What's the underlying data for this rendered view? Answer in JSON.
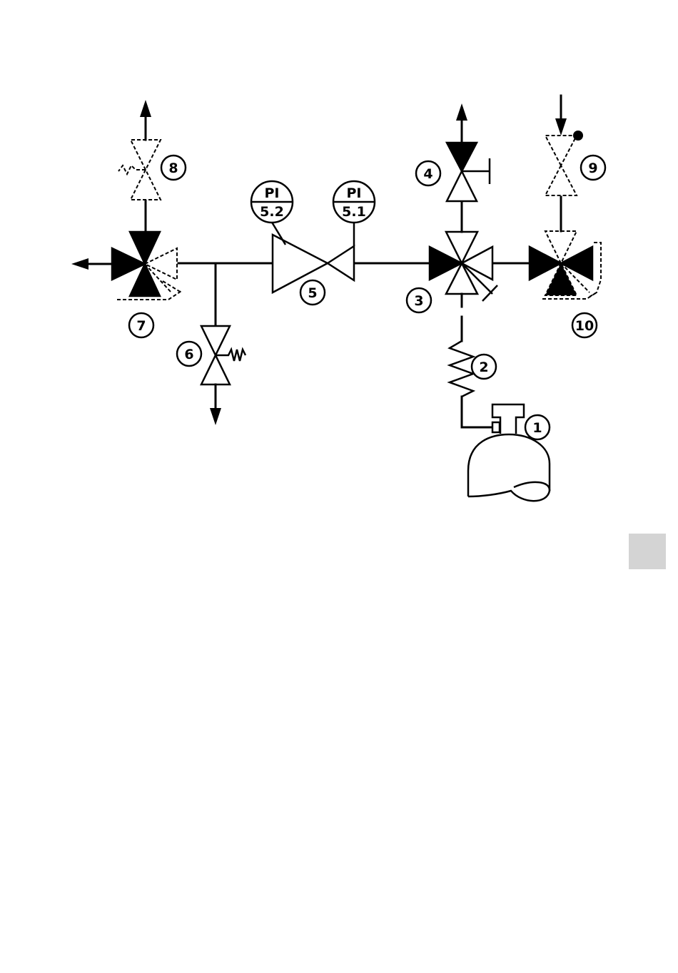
{
  "callouts": [
    "1",
    "2",
    "3",
    "4",
    "5",
    "6",
    "7",
    "8",
    "9",
    "10"
  ],
  "gauges": [
    {
      "tag": "PI",
      "number": "5.2"
    },
    {
      "tag": "PI",
      "number": "5.1"
    }
  ],
  "colors": {
    "line": "#000000",
    "background": "#ffffff",
    "tab": "#d4d4d4"
  }
}
